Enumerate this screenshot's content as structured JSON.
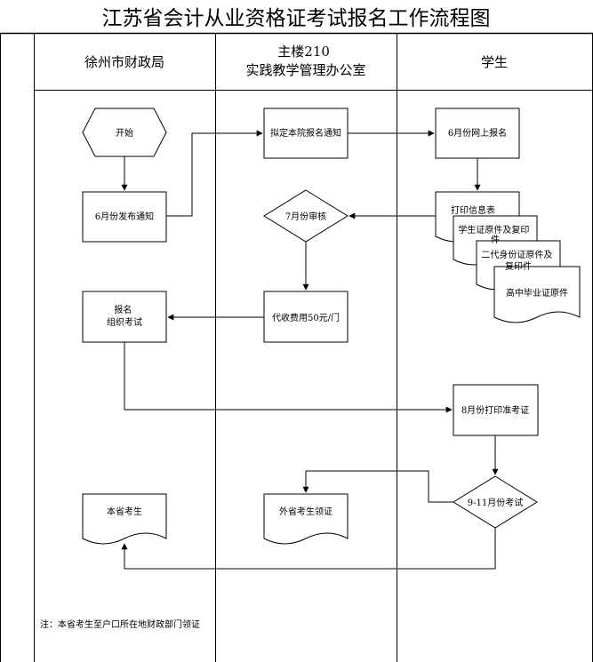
{
  "title": "江苏省会计从业资格证考试报名工作流程图",
  "lanes": [
    {
      "id": "lane-xuzhou-finance-bureau",
      "lines": [
        "徐州市财政局"
      ]
    },
    {
      "id": "lane-teaching-office",
      "lines": [
        "主楼210",
        "实践教学管理办公室"
      ]
    },
    {
      "id": "lane-student",
      "lines": [
        "学生"
      ]
    }
  ],
  "nodes": {
    "start": {
      "lines": [
        "开始"
      ]
    },
    "issue_notice": {
      "lines": [
        "6月份发布通知"
      ]
    },
    "draft_notice": {
      "lines": [
        "拟定本院报名通知"
      ]
    },
    "online_registration": {
      "lines": [
        "6月份网上报名"
      ]
    },
    "print_info_form": {
      "lines": [
        "打印信息表"
      ]
    },
    "student_id_copy": {
      "lines": [
        "学生证原件及复印",
        "件"
      ]
    },
    "id_card_copy": {
      "lines": [
        "二代身份证原件及",
        "复印件"
      ]
    },
    "high_school_diploma": {
      "lines": [
        "高中毕业证原件"
      ]
    },
    "july_review": {
      "lines": [
        "7月份审核"
      ]
    },
    "fee_collection": {
      "lines": [
        "代收费用50元/门"
      ]
    },
    "register_exam": {
      "lines": [
        "报名",
        "组织考试"
      ]
    },
    "august_print_ticket": {
      "lines": [
        "8月份打印准考证"
      ]
    },
    "exam_sep_nov": {
      "lines": [
        "9-11月份考试"
      ]
    },
    "local_candidate": {
      "lines": [
        "本省考生"
      ]
    },
    "outside_candidate": {
      "lines": [
        "外省考生领证"
      ]
    }
  },
  "note": "注：本省考生至户口所在地财政部门领证"
}
